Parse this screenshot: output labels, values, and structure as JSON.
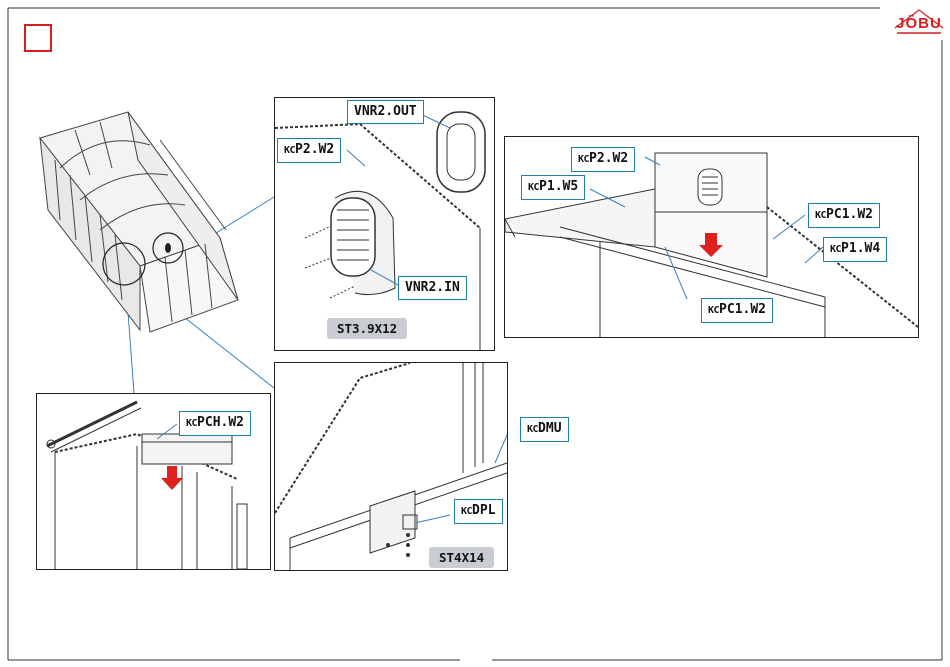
{
  "brand": {
    "logo_text": "JÖBU",
    "color": "#d61e1e"
  },
  "labels": {
    "vnr2_out": "VNR2.OUT",
    "kcp2_w2_a": {
      "prefix": "KC",
      "code": "P2.W2"
    },
    "vnr2_in": "VNR2.IN",
    "st39x12": "ST3.9X12",
    "kcp2_w2_b": {
      "prefix": "KC",
      "code": "P2.W2"
    },
    "kcp1_w5": {
      "prefix": "KC",
      "code": "P1.W5"
    },
    "kcpc1_w2_top": {
      "prefix": "KC",
      "code": "PC1.W2"
    },
    "kcp1_w4": {
      "prefix": "KC",
      "code": "P1.W4"
    },
    "kcpc1_w2_bottom": {
      "prefix": "KC",
      "code": "PC1.W2"
    },
    "kcpch_w2": {
      "prefix": "KC",
      "code": "PCH.W2"
    },
    "kcdmu": {
      "prefix": "KC",
      "code": "DMU"
    },
    "kcdpl": {
      "prefix": "KC",
      "code": "DPL"
    },
    "st4x14": "ST4X14"
  },
  "colors": {
    "callout_border": "#1e7ea6",
    "leader": "#3a7fc1",
    "arrow": "#e0201c",
    "badge": "#c9cdd3"
  }
}
